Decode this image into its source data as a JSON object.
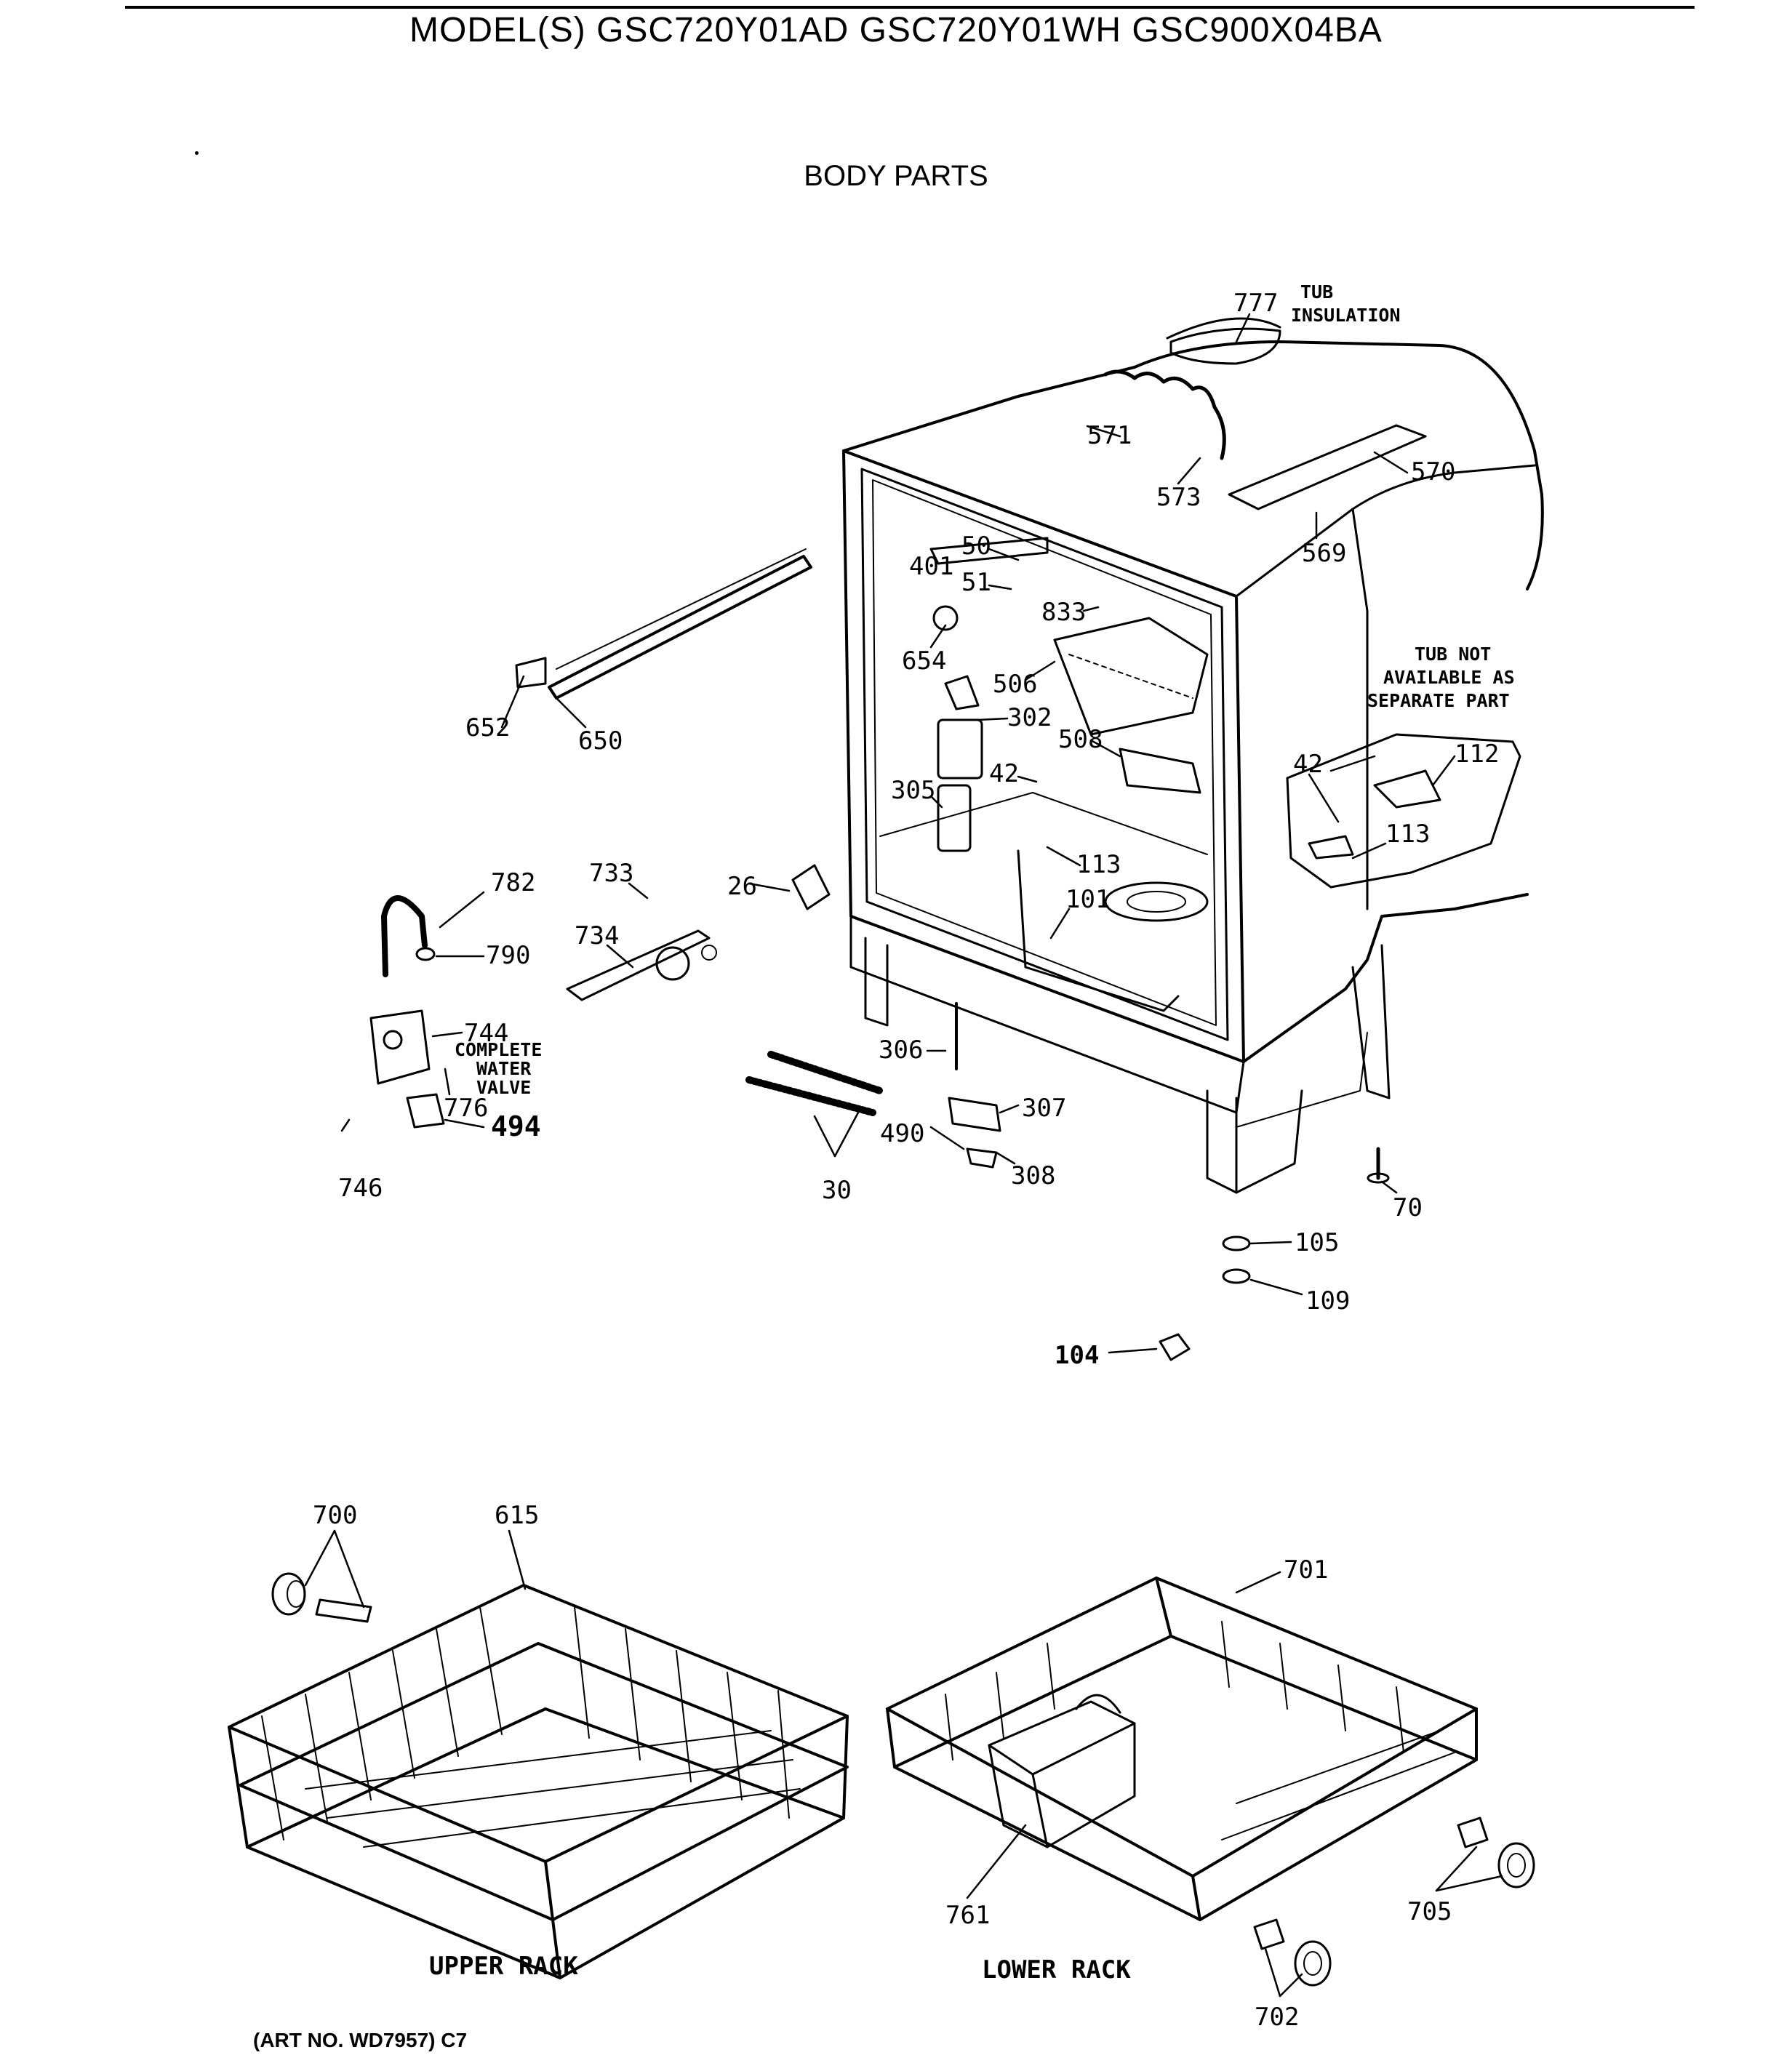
{
  "header": {
    "title": "MODEL(S) GSC720Y01AD  GSC720Y01WH  GSC900X04BA"
  },
  "section_title": "BODY PARTS",
  "notes": {
    "tub_insulation": [
      "TUB",
      "INSULATION"
    ],
    "tub_not_available": [
      "TUB NOT",
      "AVAILABLE AS",
      "SEPARATE PART"
    ],
    "complete_water_valve": [
      "COMPLETE",
      "WATER",
      "VALVE"
    ]
  },
  "rack_labels": {
    "upper": "UPPER RACK",
    "lower": "LOWER RACK"
  },
  "art_no": "(ART NO. WD7957) C7",
  "parts": {
    "p777": "777",
    "p571": "571",
    "p573": "573",
    "p570": "570",
    "p569": "569",
    "p50": "50",
    "p51": "51",
    "p401": "401",
    "p833": "833",
    "p654": "654",
    "p506": "506",
    "p302": "302",
    "p508": "508",
    "p42a": "42",
    "p42b": "42",
    "p112": "112",
    "p113a": "113",
    "p113b": "113",
    "p305": "305",
    "p652": "652",
    "p650": "650",
    "p782": "782",
    "p790": "790",
    "p733": "733",
    "p734": "734",
    "p26": "26",
    "p101": "101",
    "p744": "744",
    "p776": "776",
    "p746": "746",
    "p494": "494",
    "p30": "30",
    "p306": "306",
    "p307": "307",
    "p490": "490",
    "p308": "308",
    "p70": "70",
    "p105": "105",
    "p109": "109",
    "p104": "104",
    "p700": "700",
    "p615": "615",
    "p701": "701",
    "p761": "761",
    "p705": "705",
    "p702": "702"
  }
}
